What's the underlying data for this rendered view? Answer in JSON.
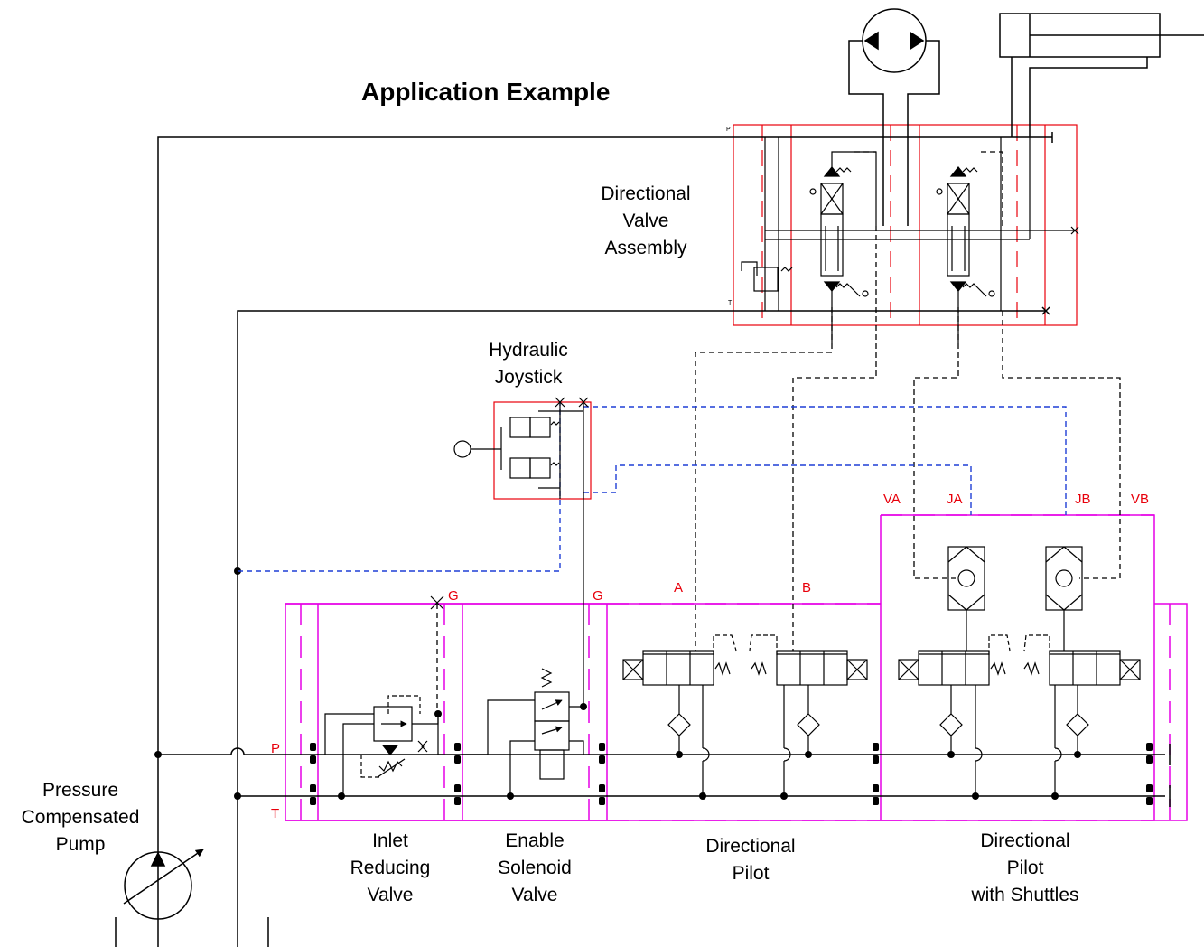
{
  "title": "Application Example",
  "labels": {
    "directional_valve_assembly": [
      "Directional",
      "Valve",
      "Assembly"
    ],
    "hydraulic_joystick": [
      "Hydraulic",
      "Joystick"
    ],
    "pressure_compensated_pump": [
      "Pressure",
      "Compensated",
      "Pump"
    ],
    "inlet_reducing_valve": [
      "Inlet",
      "Reducing",
      "Valve"
    ],
    "enable_solenoid_valve": [
      "Enable",
      "Solenoid",
      "Valve"
    ],
    "directional_pilot": [
      "Directional",
      "Pilot"
    ],
    "directional_pilot_with_shuttles": [
      "Directional",
      "Pilot",
      "with Shuttles"
    ]
  },
  "ports": {
    "P": "P",
    "T": "T",
    "G1": "G",
    "G2": "G",
    "A": "A",
    "B": "B",
    "VA": "VA",
    "JA": "JA",
    "JB": "JB",
    "VB": "VB",
    "assembly_P": "P",
    "assembly_T": "T"
  },
  "colors": {
    "line": "#000000",
    "pilot_dashed": "#000000",
    "joystick_line": "#1f3fd6",
    "valve_assembly_border": "#e8000b",
    "manifold_border": "#e600e6",
    "port_text": "#e8000b"
  }
}
